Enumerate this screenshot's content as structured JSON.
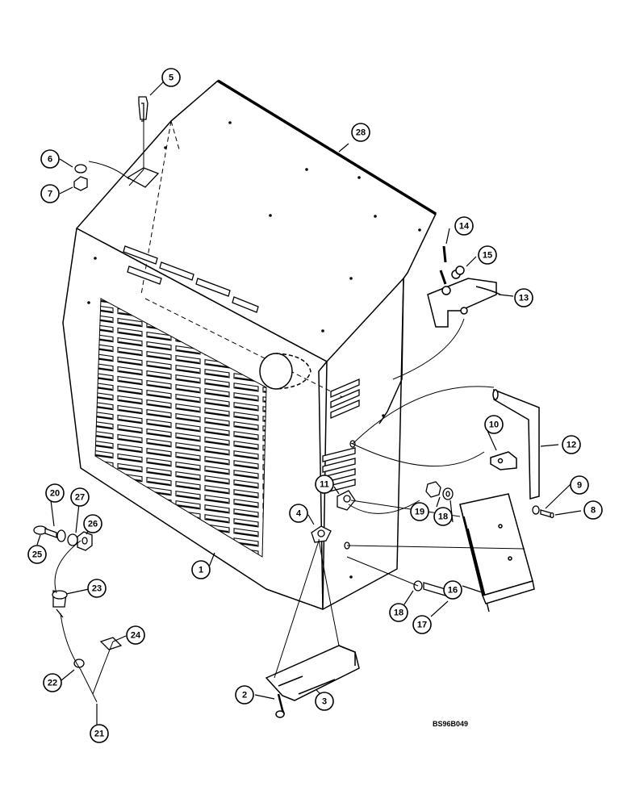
{
  "diagram": {
    "reference_code": "BS96B049",
    "callouts": [
      "1",
      "2",
      "3",
      "4",
      "5",
      "6",
      "7",
      "8",
      "9",
      "10",
      "11",
      "12",
      "13",
      "14",
      "15",
      "16",
      "17",
      "18",
      "18",
      "19",
      "20",
      "21",
      "22",
      "23",
      "24",
      "25",
      "26",
      "27",
      "28"
    ]
  }
}
